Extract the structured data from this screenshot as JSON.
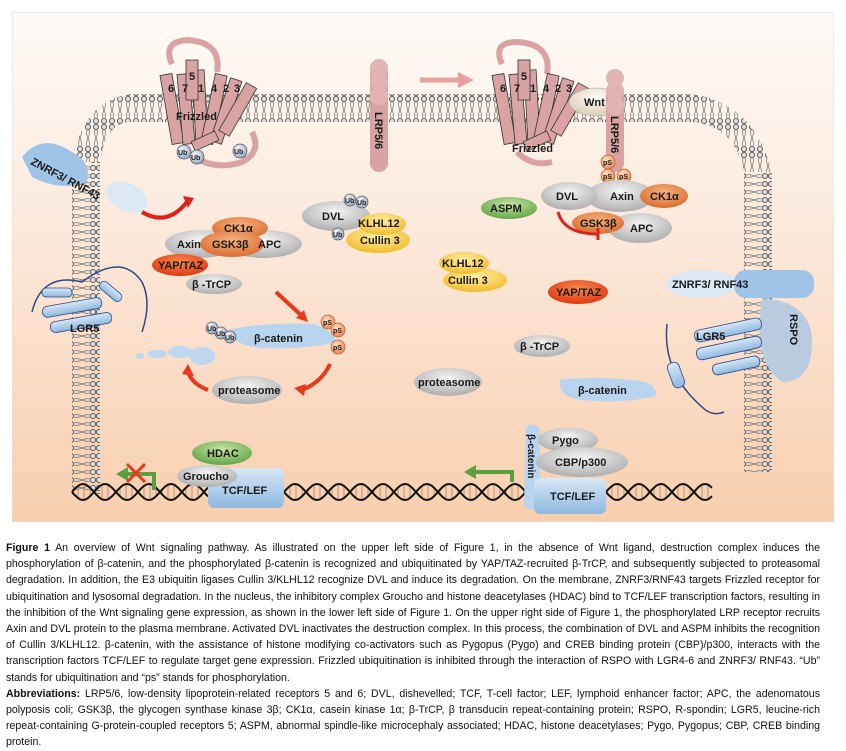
{
  "figure": {
    "left_panel": {
      "frizzled": {
        "label": "Frizzled",
        "helices": [
          "6",
          "7",
          "1",
          "4",
          "2",
          "3",
          "5"
        ]
      },
      "znrf3": "ZNRF3/ RNF43",
      "ub": [
        "Ub",
        "Ub",
        "Ub"
      ],
      "destruction_complex": {
        "ck1a": "CK1α",
        "axin": "Axin",
        "gsk3b": "GSK3β",
        "apc": "APC"
      },
      "yaptaz": "YAP/TAZ",
      "btrcp": "β -TrCP",
      "lgr5": "LGR5",
      "bcatenin": "β-catenin",
      "bcatenin_ub": [
        "Ub",
        "Ub",
        "Ub"
      ],
      "bcatenin_ps": [
        "pS",
        "pS",
        "pS"
      ],
      "proteasome": "proteasome",
      "hdac": "HDAC",
      "groucho": "Groucho",
      "tcflef": "TCF/LEF"
    },
    "center": {
      "lrp": "LRP5/6",
      "dvl": "DVL",
      "dvl_ub": [
        "Ub",
        "Ub",
        "Ub"
      ],
      "klhl12": "KLHL12",
      "cullin3": "Cullin 3",
      "klhl12_free": "KLHL12",
      "cullin3_free": "Cullin 3",
      "proteasome": "proteasome"
    },
    "right_panel": {
      "frizzled": {
        "label": "Frizzled",
        "helices": [
          "6",
          "7",
          "1",
          "4",
          "2",
          "3",
          "5"
        ]
      },
      "wnt": "Wnt",
      "lrp": "LRP5/6",
      "ps": [
        "pS",
        "pS",
        "pS"
      ],
      "aspm": "ASPM",
      "dvl": "DVL",
      "axin": "Axin",
      "ck1a": "CK1α",
      "gsk3b": "GSK3β",
      "apc": "APC",
      "yaptaz": "YAP/TAZ",
      "btrcp": "β -TrCP",
      "bcatenin": "β-catenin",
      "znrf3": "ZNRF3/ RNF43",
      "rspo": "RSPO",
      "lgr5": "LGR5",
      "pygo": "Pygo",
      "cbp": "CBP/p300",
      "bcatenin_nuc": "β-catenin",
      "tcflef": "TCF/LEF"
    },
    "colors": {
      "background_top": "#fdf7f2",
      "background_bottom": "#f9d2b5",
      "frizzled": "#d9a3a3",
      "orange": "#e8844a",
      "yaptaz": "#e8431e",
      "yellow": "#f5c842",
      "green": "#6ab04c",
      "blue": "#a9cbe8",
      "grey": "#c8c8c8",
      "arrow_red": "#e8391c",
      "arrow_green": "#5aa040"
    }
  },
  "caption": {
    "figure_label": "Figure 1",
    "text": "An overview of Wnt signaling pathway. As illustrated on the upper left side of Figure 1, in the absence of Wnt ligand, destruction complex induces the phosphorylation of β-catenin, and the phosphorylated β-catenin is recognized and ubiquitinated by YAP/TAZ-recruited β-TrCP, and subsequently subjected to proteasomal degradation. In addition, the E3 ubiquitin ligases Cullin 3/KLHL12 recognize DVL and induce its degradation. On the membrane, ZNRF3/RNF43 targets Frizzled receptor for ubiquitination and lysosomal degradation. In the nucleus, the inhibitory complex Groucho and histone deacetylases (HDAC) bind to TCF/LEF transcription factors, resulting in the inhibition of the Wnt signaling gene expression, as shown in the lower left side of Figure 1. On the upper right side of Figure 1, the phosphorylated LRP receptor recruits Axin and DVL protein to the plasma membrane. Activated DVL inactivates the destruction complex. In this process, the combination of DVL and ASPM inhibits the recognition of Cullin 3/KLHL12. β-catenin, with the assistance of histone modifying co-activators such as Pygopus (Pygo) and CREB binding protein (CBP)/p300, interacts with the transcription factors TCF/LEF to regulate target gene expression. Frizzled ubiquitination is inhibited through the interaction of RSPO with LGR4-6 and ZNRF3/ RNF43. “Ub” stands for ubiquitination and “ps” stands for phosphorylation.",
    "abbreviations_label": "Abbreviations:",
    "abbreviations_text": "LRP5/6, low-density lipoprotein-related receptors 5 and 6; DVL, dishevelled; TCF, T-cell factor; LEF, lymphoid enhancer factor; APC, the adenomatous polyposis coli; GSK3β, the glycogen synthase kinase 3β; CK1α, casein kinase 1α; β-TrCP, β transducin repeat-containing protein; RSPO, R-spondin; LGR5, leucine-rich repeat-containing G-protein-coupled receptors 5; ASPM, abnormal spindle-like microcephaly associated; HDAC, histone deacetylases; Pygo, Pygopus; CBP, CREB binding protein."
  }
}
